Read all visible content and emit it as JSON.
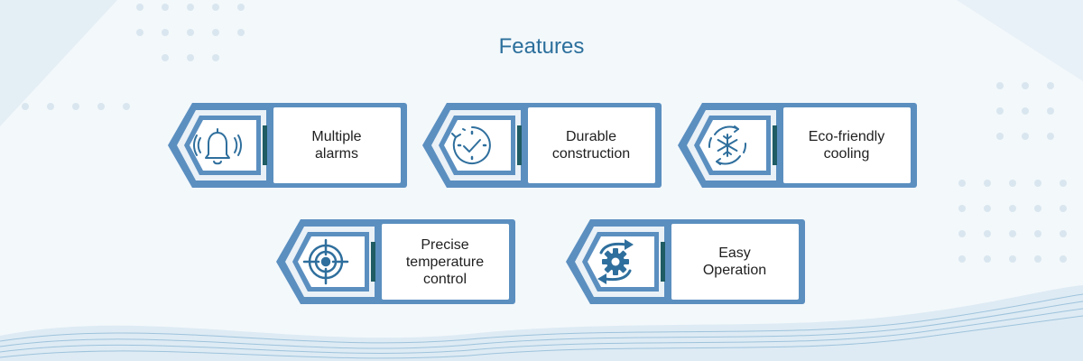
{
  "section": {
    "title": "Features"
  },
  "features": [
    {
      "label": "Multiple\nalarms",
      "icon": "bell-ringing-icon"
    },
    {
      "label": "Durable\nconstruction",
      "icon": "clock-check-icon"
    },
    {
      "label": "Eco-friendly\ncooling",
      "icon": "snowflake-cycle-icon"
    },
    {
      "label": "Precise\ntemperature\ncontrol",
      "icon": "target-crosshair-icon"
    },
    {
      "label": "Easy\nOperation",
      "icon": "gear-arrows-icon"
    }
  ],
  "colors": {
    "title": "#2b6f9c",
    "frame_outer": "#5b8fc0",
    "frame_accent": "#1f5c63",
    "icon": "#2f6f9d",
    "background": "#f3f8fb"
  }
}
